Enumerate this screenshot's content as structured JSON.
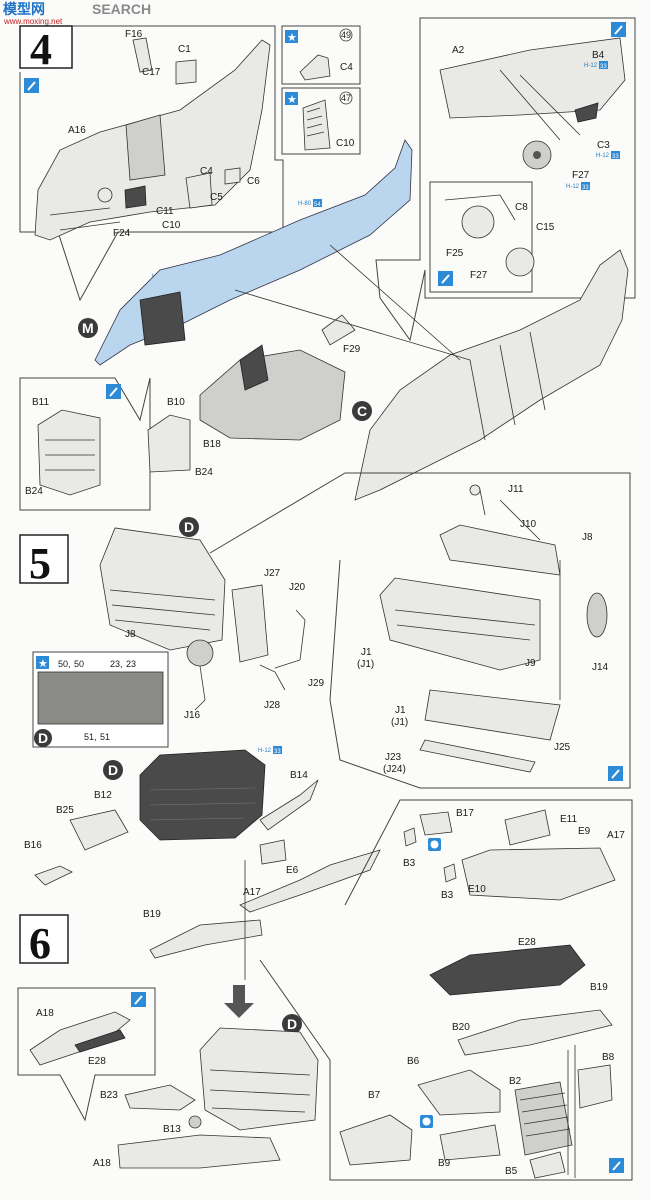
{
  "watermark": {
    "brand": "模型网",
    "search": "SEARCH",
    "site": "www.moxing.net"
  },
  "steps": {
    "s4": "4",
    "s5": "5",
    "s6": "6"
  },
  "callouts": {
    "m": "M",
    "c": "C",
    "d1": "D",
    "d2": "D",
    "d3": "D",
    "d4": "D",
    "d5": "D"
  },
  "colors": {
    "accent_blue": "#2d8ad6",
    "fuselage_highlight": "#b9d6ee",
    "engine_dark": "#4a4a4a"
  },
  "color_refs": {
    "h12_33_a": "H-12",
    "h12_33_a_n": "33",
    "h12_33_b": "H-12",
    "h12_33_b_n": "33",
    "h12_33_c": "H-12",
    "h12_33_c_n": "33",
    "h12_33_d": "H-12",
    "h12_33_d_n": "33",
    "h12_33_e": "H-12",
    "h12_33_e_n": "33",
    "h80_54": "H-80",
    "h80_54_n": "54"
  },
  "codes": {
    "c49": "49",
    "c47": "47",
    "c50a": "50",
    "c50b": "50",
    "c23a": "23",
    "c23b": "23",
    "c51a": "51",
    "c51b": "51"
  },
  "labels": {
    "F16": "F16",
    "C1": "C1",
    "C17": "C17",
    "A16": "A16",
    "C4": "C4",
    "C6": "C6",
    "C5": "C5",
    "C11": "C11",
    "F24": "F24",
    "C10": "C10",
    "C4b": "C4",
    "C10b": "C10",
    "A2": "A2",
    "B4": "B4",
    "C3": "C3",
    "F27": "F27",
    "C8": "C8",
    "C15": "C15",
    "F25": "F25",
    "F27b": "F27",
    "F29": "F29",
    "B11": "B11",
    "B10": "B10",
    "B18": "B18",
    "B24": "B24",
    "B24b": "B24",
    "J11": "J11",
    "J10": "J10",
    "J8": "J8",
    "J8b": "J8",
    "J27": "J27",
    "J20": "J20",
    "J29": "J29",
    "J16": "J16",
    "J28": "J28",
    "J1": "J1",
    "J1p": "(J1)",
    "J1b": "J1",
    "J1bp": "(J1)",
    "J9": "J9",
    "J14": "J14",
    "J25": "J25",
    "J23": "J23",
    "J24p": "(J24)",
    "B25": "B25",
    "B12": "B12",
    "B16": "B16",
    "B14": "B14",
    "E6": "E6",
    "A17": "A17",
    "B19": "B19",
    "B17": "B17",
    "E11": "E11",
    "E9": "E9",
    "A17b": "A17",
    "B3": "B3",
    "B3b": "B3",
    "E10": "E10",
    "E28": "E28",
    "B19b": "B19",
    "B20": "B20",
    "A18": "A18",
    "E28b": "E28",
    "B23": "B23",
    "B13": "B13",
    "A18b": "A18",
    "B6": "B6",
    "B2": "B2",
    "B8": "B8",
    "B7": "B7",
    "B9": "B9",
    "B5": "B5"
  }
}
